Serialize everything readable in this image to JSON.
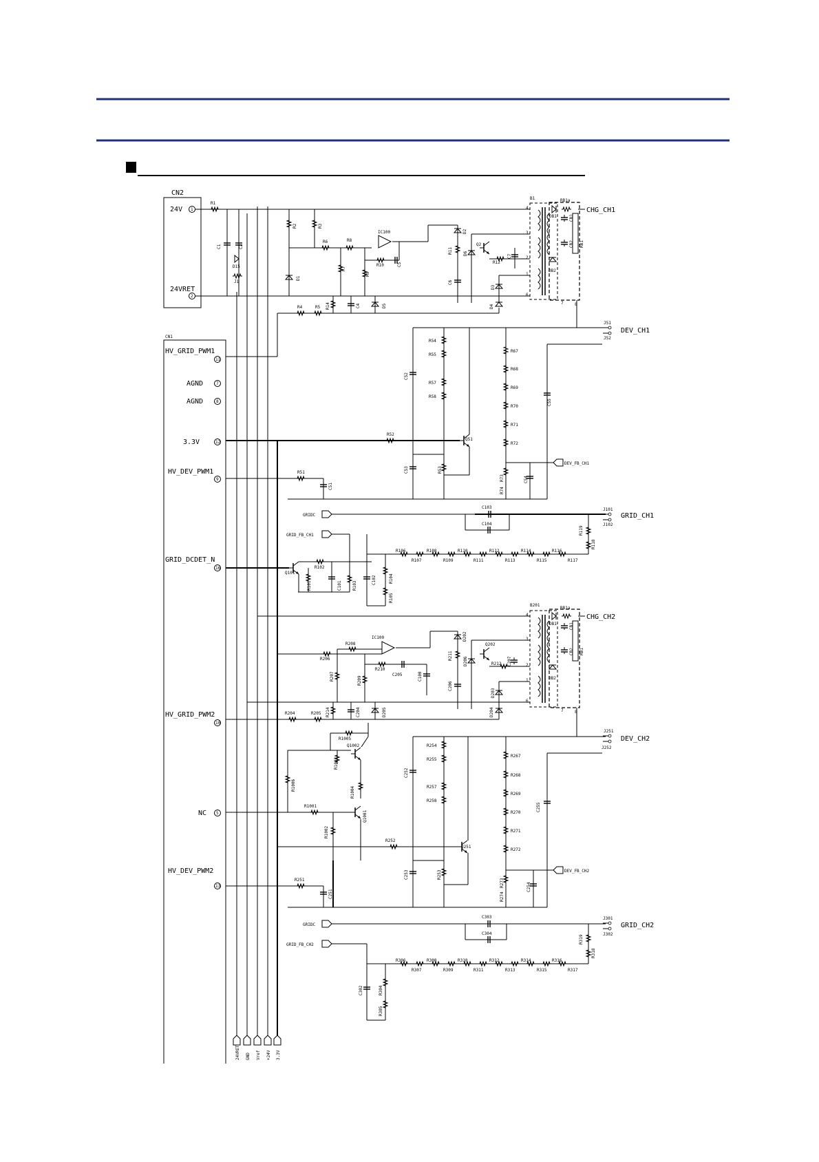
{
  "colors": {
    "rule": "#1f2f7a",
    "ink": "#000000"
  },
  "header": {
    "bullet_icon": "black-square-icon"
  },
  "cn2": {
    "title": "CN2",
    "pins": [
      {
        "label": "24V",
        "num": "1"
      },
      {
        "label": "24VRET",
        "num": "2"
      }
    ]
  },
  "cn1": {
    "title": "CN1",
    "pins": [
      {
        "label": "HV_GRID_PWM1",
        "num": "11"
      },
      {
        "label": "AGND",
        "num": "7"
      },
      {
        "label": "AGND",
        "num": "8"
      },
      {
        "label": "3.3V",
        "num": "12"
      },
      {
        "label": "HV_DEV_PWM1",
        "num": "9"
      },
      {
        "label": "GRID_DCDET_N",
        "num": "16"
      },
      {
        "label": "HV_GRID_PWM2",
        "num": "10"
      },
      {
        "label": "NC",
        "num": "5"
      },
      {
        "label": "HV_DEV_PWM2",
        "num": "13"
      }
    ]
  },
  "outputs": {
    "chg_ch1": "CHG_CH1",
    "dev_ch1": "DEV_CH1",
    "grid_ch1": "GRID_CH1",
    "chg_ch2": "CHG_CH2",
    "dev_ch2": "DEV_CH2",
    "grid_ch2": "GRID_CH2"
  },
  "connectors": {
    "j51": "J51",
    "j52": "J52",
    "j101": "J101",
    "j102": "J102",
    "j251": "J251",
    "j252": "J252",
    "j301": "J301",
    "j302": "J302"
  },
  "signals": {
    "gridc_1": "GRIDC",
    "grid_fb_ch1": "GRID_FB_CH1",
    "dev_fb_ch1": "DEV_FB_CH1",
    "gridc_2": "GRIDC",
    "grid_fb_ch2": "GRID_FB_CH2",
    "dev_fb_ch2": "DEV_FB_CH2"
  },
  "bus": [
    "24VRET",
    "GND",
    "Vref",
    "+24V",
    "3.3V"
  ],
  "parts_ch1": {
    "r1": "R1",
    "c1": "C1",
    "c2": "C2",
    "d15": "D15",
    "j1": "J1",
    "r2": "R2",
    "r3": "R3",
    "d1": "D1",
    "r6": "R6",
    "r7": "R7",
    "r8": "R8",
    "r9": "R9",
    "ic100": "IC100",
    "r10": "R10",
    "c5": "C5",
    "d2": "D2",
    "r11": "R11",
    "d6": "D6",
    "q2": "Q2",
    "r12": "R12",
    "c7": "C7",
    "c6": "C6",
    "d3": "D3",
    "d4": "D4",
    "r4": "R4",
    "r5": "R5",
    "r14": "R14",
    "c4": "C4",
    "d5": "D5",
    "b1": "B1",
    "rb1a": "RB1a",
    "db1": "DB1",
    "db2": "DB2",
    "cb1": "CB1",
    "cb2": "CB2",
    "rb1": "RB1",
    "r54": "R54",
    "r55": "R55",
    "r57": "R57",
    "r58": "R58",
    "c52": "C52",
    "c53": "C53",
    "r52": "R52",
    "r53": "R53",
    "q51": "Q51",
    "r51": "R51",
    "c51": "C51",
    "r67": "R67",
    "r68": "R68",
    "r69": "R69",
    "r70": "R70",
    "r71": "R71",
    "r72": "R72",
    "r73": "R73",
    "r74": "R74",
    "c54": "C54",
    "c55": "C55",
    "c103": "C103",
    "c104": "C104",
    "r118": "R118",
    "r119": "R119",
    "q101": "Q101",
    "r101": "R101",
    "r102": "R102",
    "c101": "C101",
    "r103": "R103",
    "c102": "C102",
    "r104": "R104",
    "r105": "R105",
    "r106": "R106",
    "r107": "R107",
    "r108": "R108",
    "r109": "R109",
    "r110": "R110",
    "r111": "R111",
    "r112": "R112",
    "r113": "R113",
    "r114": "R114",
    "r115": "R115",
    "r116": "R116",
    "r117": "R117"
  },
  "parts_ch2": {
    "b201": "B201",
    "rb1a": "RB1a",
    "db1": "DB1",
    "db2": "DB2",
    "cb1": "CB1",
    "cb2": "CB2",
    "rb1": "RB1",
    "ic100": "IC100",
    "r206": "R206",
    "r208": "R208",
    "r207": "R207",
    "r209": "R209",
    "r210": "R210",
    "c205": "C205",
    "c100": "C100",
    "d202": "D202",
    "r211": "R211",
    "d206": "D206",
    "q202": "Q202",
    "r212": "R212",
    "c207": "C207",
    "c206": "C206",
    "d203": "D203",
    "d204": "D204",
    "r204": "R204",
    "r205": "R205",
    "r214": "R214",
    "c204": "C204",
    "d205": "D205",
    "r1005": "R1005",
    "q1002": "Q1002",
    "r1003": "R1003",
    "r1006": "R1006",
    "r1004": "R1004",
    "r1001": "R1001",
    "q1001": "Q1001",
    "r1002": "R1002",
    "r254": "R254",
    "r255": "R255",
    "r257": "R257",
    "r258": "R258",
    "c252": "C252",
    "c253": "C253",
    "r252": "R252",
    "r253": "R253",
    "q251": "Q251",
    "r251": "R251",
    "c251": "C251",
    "r267": "R267",
    "r268": "R268",
    "r269": "R269",
    "r270": "R270",
    "r271": "R271",
    "r272": "R272",
    "r273": "R273",
    "r274": "R274",
    "c254": "C254",
    "c255": "C255",
    "c303": "C303",
    "c304": "C304",
    "r318": "R318",
    "r319": "R319",
    "c302": "C302",
    "r304": "R304",
    "r305": "R305",
    "r306": "R306",
    "r307": "R307",
    "r308": "R308",
    "r309": "R309",
    "r310": "R310",
    "r311": "R311",
    "r312": "R312",
    "r313": "R313",
    "r314": "R314",
    "r315": "R315",
    "r316": "R316",
    "r317": "R317"
  },
  "pins_xfmr": [
    "4",
    "3",
    "2",
    "1",
    "6",
    "7",
    "8"
  ]
}
